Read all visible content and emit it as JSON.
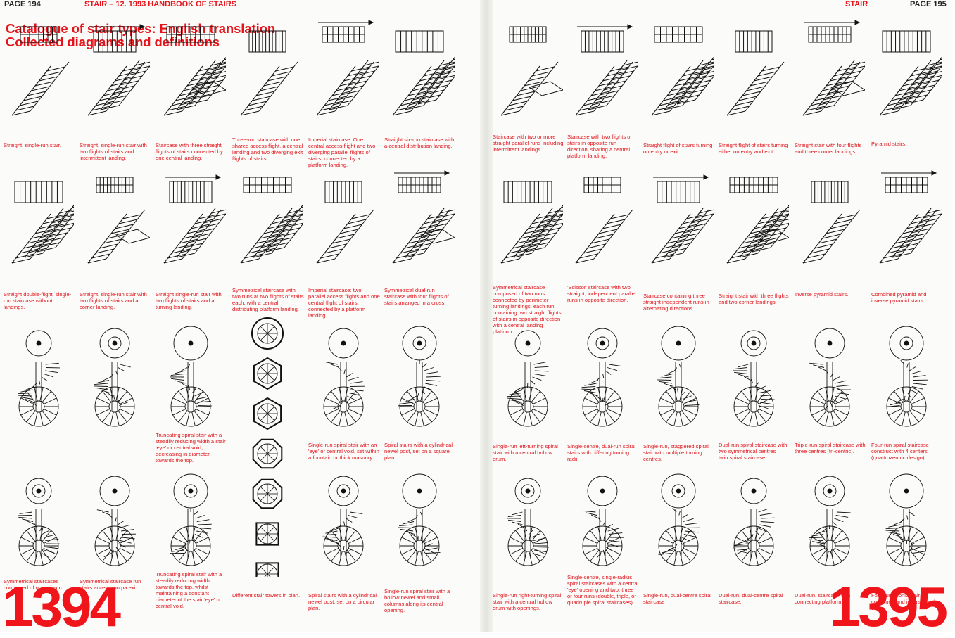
{
  "header": {
    "left_page_label": "PAGE",
    "left_page_num": "194",
    "running_title": "STAIR – 12. 1993 HANDBOOK OF STAIRS",
    "right_section": "STAIR",
    "right_page_label": "PAGE",
    "right_page_num": "195"
  },
  "title": {
    "line1": "Catalogue of stair types: English translation",
    "line2": "Collected diagrams and definitions"
  },
  "page_numbers": {
    "left": "1394",
    "right": "1395"
  },
  "colors": {
    "accent": "#e8141b",
    "ink": "#111111",
    "paper": "#fbfbf9"
  },
  "captions": {
    "r1": [
      "Straight, single-run stair.",
      "Straight, single-run stair with two flights of stairs and intermittent landing.",
      "Staircase with three straight flights of stairs connected by one central landing.",
      "Three-run staircase with one shared access flight, a central landing and two diverging exit flights of stairs.",
      "Imperial staircase: One central access flight and two diverging parallel flights of stairs, connected by a platform landing.",
      "Straight six-run staircase with a central distribution landing.",
      "Staircase with two or more straight parallel runs including intermittent landings.",
      "Staircase with two flights or stairs in opposite run direction, sharing a central platform landing.",
      "Straight flight of stairs turning on entry or exit.",
      "Straight flight of stairs turning either on entry and exit.",
      "Straight stair with four flights and three corner landings.",
      "Pyramid stairs."
    ],
    "r2": [
      "Straight double-flight, single-run staircase without landings.",
      "Straight, single-run stair with two flights of stairs and a corner landing.",
      "Straight single-run stair with two flights of stairs and a turning landing.",
      "Symmetrical staircase with two runs at two flights of stairs each, with a central distributing platform landing.",
      "Imperial staircase: two parallel access flights and one central flight of stairs, connected by a platform landing.",
      "Symmetrical dual-run staircase with four flights of stairs arranged in a cross.",
      "Symmetrical staircase composed of two runs connected by perimeter turning landings, each run containing two straight flights of stairs in opposite direction with a central landing platform.",
      "'Scissor' staircase with two straight, independent parallel runs in opposite direction.",
      "Staircase containing three straight independent runs in alternating directions.",
      "Straight stair with three flights and two corner landings.",
      "Inverse pyramid stairs.",
      "Combined pyramid and inverse pyramid stairs."
    ],
    "r3": [
      "",
      "",
      "Truncating spiral stair with a steadily reducing width a stair 'eye' or central void, decreasing in diameter towards the top.",
      "",
      "Single-run spiral stair with an 'eye' or central void, set within a fountain or thick masonry.",
      "Spiral stairs with a cylindrical newel post, set on a square plan.",
      "Single-run left-turning spiral stair with a central hollow drum.",
      "Single-centre, dual-run spiral stairs with differing turning radii.",
      "Single-run, staggered spiral stair with multiple turning centres.",
      "Dual-run spiral staircase with two symmetrical centres – twin spiral staircase.",
      "Triple-run spiral staircase with three centres (tri-centric).",
      "Four-run spiral staircase construct with 4 centers (quattrozentric design)."
    ],
    "r4": [
      "Symmetrical staircases composed of opposing ru",
      "Symmetrical staircase run stairs access run pa exi",
      "Truncating spiral stair with a steadily reducing width towards the top, whilst maintaining a constant diameter of the stair 'eye' or central void.",
      "Different stair towers in plan.",
      "Spiral stairs with a cylindrical newel post, set on a circular plan.",
      "Single-run spiral stair with a hollow newel and small columns along its central opening.",
      "Single-run right-turning spiral stair with a central hollow drum with openings.",
      "Single-centre, single-radius spiral staircases with a central 'eye' opening and two, three or four runs (double, triple, or quadruple spiral staircases).",
      "Single-run, dual-centre spiral staircase",
      "Dual-run, dual-centre spiral staircase.",
      "Dual-run, staircase with connecting platform.",
      "Four-run, iconic stair combined and inverse conic stairs"
    ]
  }
}
